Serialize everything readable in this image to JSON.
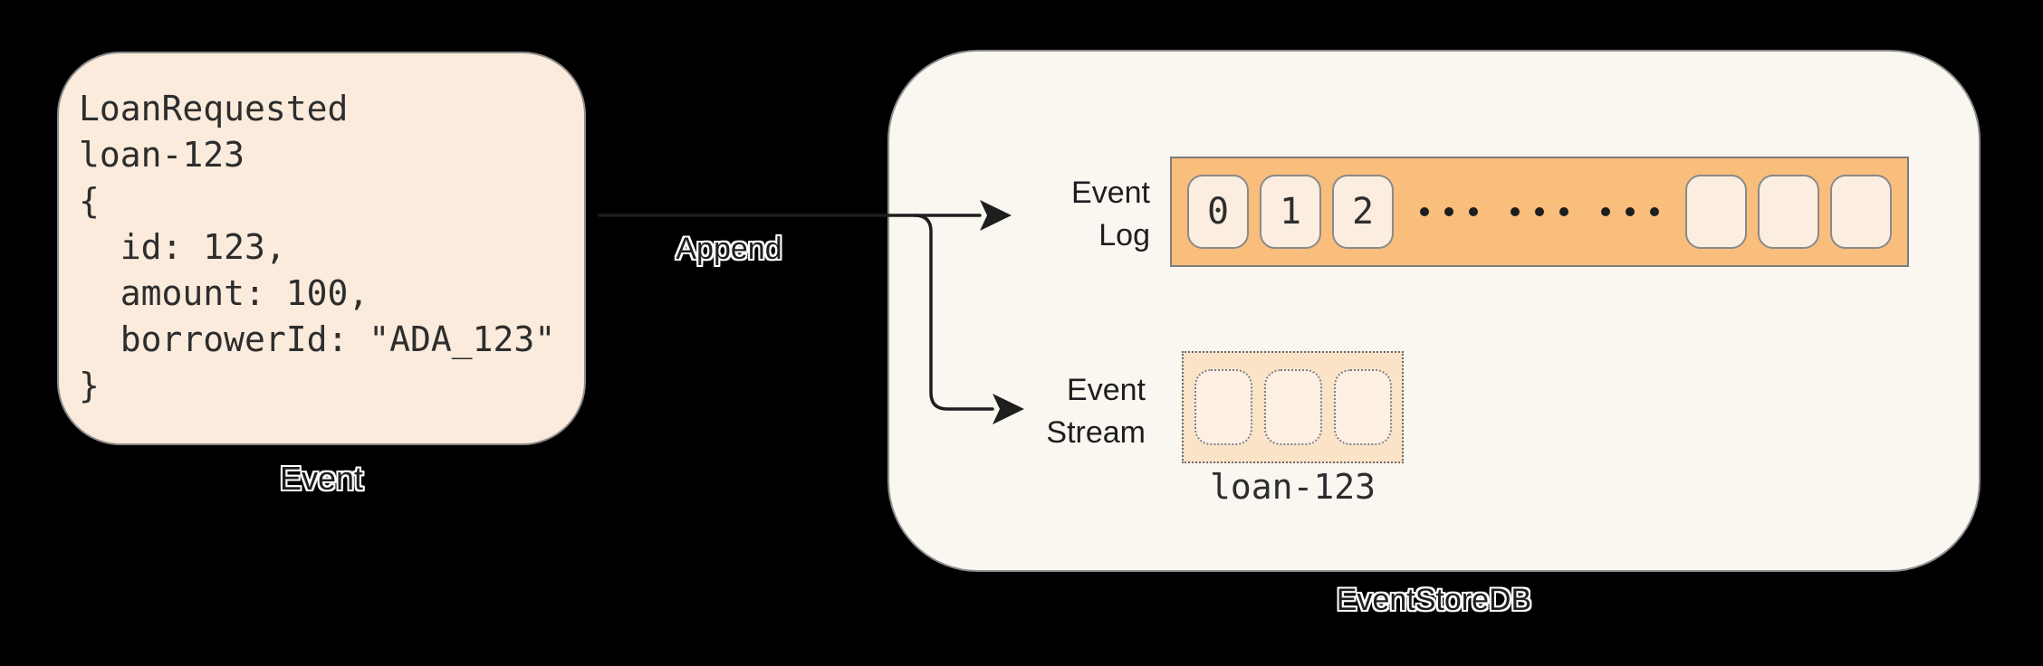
{
  "canvas": {
    "bg": "#000000"
  },
  "colors": {
    "ink": "#1e1e1e",
    "code_text": "#2d2d2d",
    "border_gray": "#8a8a8a",
    "card_fill": "#faebdc",
    "store_fill": "#faf6f0",
    "log_bar_fill": "#f9bd7c",
    "log_cell_fill": "#fbeee0",
    "stream_fill": "#fbe3c8",
    "stream_cell_fill": "#fdf0e3",
    "halo": "#ffffff"
  },
  "event_card": {
    "code_lines": [
      "LoanRequested",
      "loan-123",
      "{",
      "  id: 123,",
      "  amount: 100,",
      "  borrowerId: \"ADA_123\"",
      "}"
    ],
    "caption": "Event"
  },
  "append_arrow": {
    "label": "Append"
  },
  "eventstore": {
    "caption": "EventStoreDB",
    "event_log": {
      "label_lines": [
        "Event",
        "Log"
      ],
      "numbered_cells": [
        "0",
        "1",
        "2"
      ],
      "dot_count": 9,
      "empty_cell_count": 3
    },
    "event_stream": {
      "label_lines": [
        "Event",
        "Stream"
      ],
      "empty_cell_count": 3,
      "stream_name": "loan-123"
    }
  }
}
